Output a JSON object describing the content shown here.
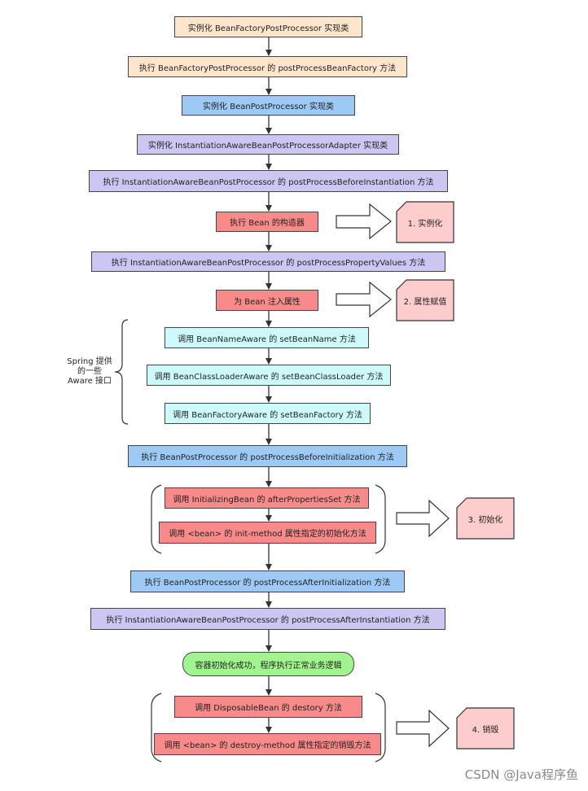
{
  "steps": {
    "s1": "实例化 BeanFactoryPostProcessor 实现类",
    "s2": "执行 BeanFactoryPostProcessor 的 postProcessBeanFactory 方法",
    "s3": "实例化 BeanPostProcessor 实现类",
    "s4": "实例化 InstantiationAwareBeanPostProcessorAdapter 实现类",
    "s5": "执行 InstantiationAwareBeanPostProcessor 的 postProcessBeforeInstantiation 方法",
    "s6": "执行 Bean 的构造器",
    "s7": "执行 InstantiationAwareBeanPostProcessor 的 postProcessPropertyValues 方法",
    "s8": "为 Bean 注入属性",
    "s9": "调用 BeanNameAware 的 setBeanName 方法",
    "s10": "调用 BeanClassLoaderAware 的 setBeanClassLoader 方法",
    "s11": "调用 BeanFactoryAware 的 setBeanFactory 方法",
    "s12": "执行 BeanPostProcessor 的 postProcessBeforeInitialization 方法",
    "s13": "调用 InitializingBean 的 afterPropertiesSet 方法",
    "s14": "调用 <bean> 的 init-method 属性指定的初始化方法",
    "s15": "执行 BeanPostProcessor 的 postProcessAfterInitialization 方法",
    "s16": "执行 InstantiationAwareBeanPostProcessor 的 postProcessAfterInstantiation 方法",
    "s17": "容器初始化成功，程序执行正常业务逻辑",
    "s18": "调用 DisposableBean 的 destory 方法",
    "s19": "调用 <bean> 的 destroy-method 属性指定的销毁方法"
  },
  "notes": {
    "n1": "1. 实例化",
    "n2": "2. 属性赋值",
    "n3": "3. 初始化",
    "n4": "4. 销毁"
  },
  "aware_label": {
    "line1": "Spring 提供",
    "line2": "的一些",
    "line3": "Aware 接口"
  },
  "watermark": "CSDN @Java程序鱼",
  "colors": {
    "peach": "#fde6cc",
    "blue": "#9ccaf4",
    "purple": "#ccc6f2",
    "red": "#f88a8a",
    "cyan": "#cdfbfb",
    "green": "#a1f58e",
    "note": "#fdcccc"
  }
}
